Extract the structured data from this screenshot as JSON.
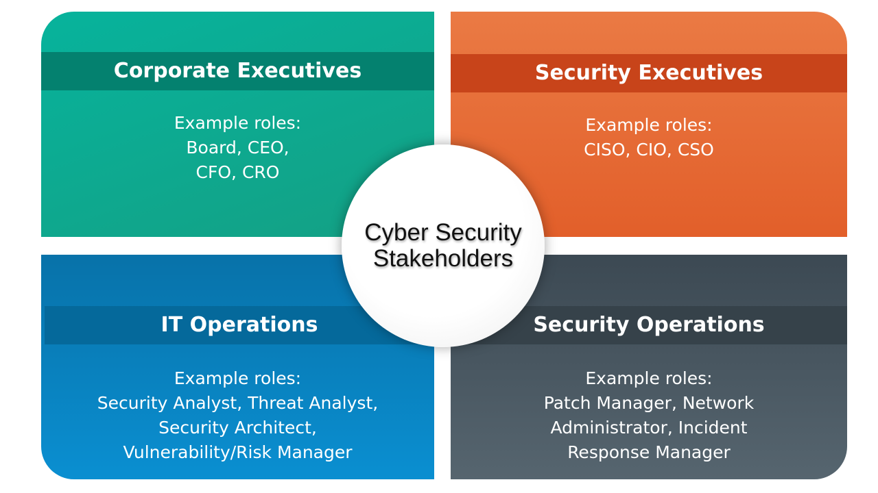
{
  "center": {
    "line1": "Cyber Security",
    "line2": "Stakeholders"
  },
  "quadrants": [
    {
      "title": "Corporate Executives",
      "roles_label": "Example roles:",
      "roles_lines": [
        "Board, CEO,",
        "CFO, CRO"
      ],
      "color": "#07b39c"
    },
    {
      "title": "Security Executives",
      "roles_label": "Example roles:",
      "roles_lines": [
        "CISO, CIO, CSO"
      ],
      "color": "#e86f3a"
    },
    {
      "title": "IT Operations",
      "roles_label": "Example roles:",
      "roles_lines": [
        "Security Analyst, Threat Analyst,",
        "Security Architect,",
        "Vulnerability/Risk Manager"
      ],
      "color": "#0882c0"
    },
    {
      "title": "Security Operations",
      "roles_label": "Example roles:",
      "roles_lines": [
        "Patch Manager, Network",
        "Administrator, Incident",
        "Response Manager"
      ],
      "color": "#4a5862"
    }
  ]
}
